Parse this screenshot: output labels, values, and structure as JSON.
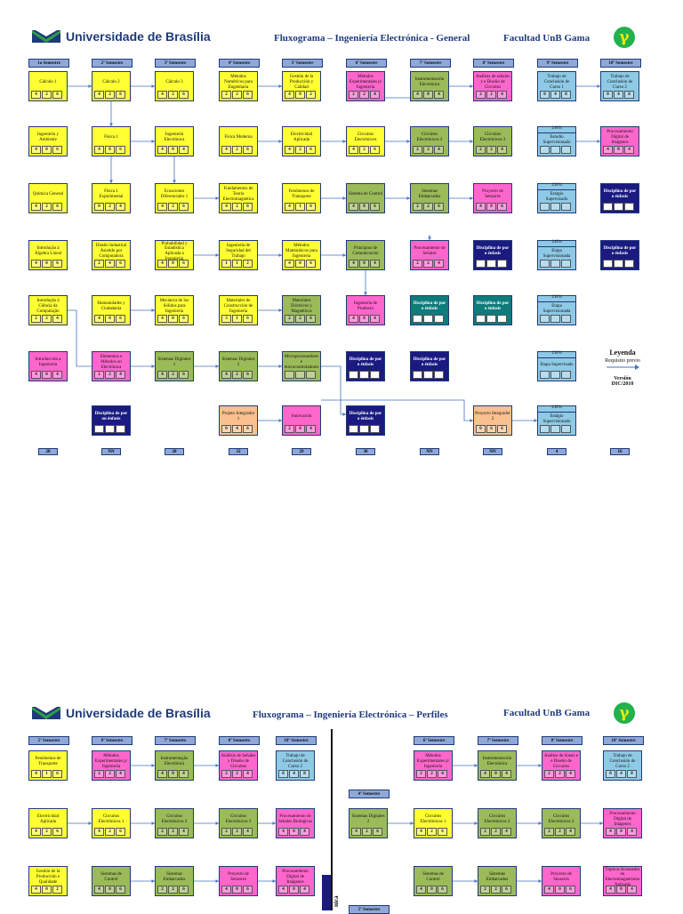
{
  "university": "Universidade de Brasília",
  "faculty": "Facultad UnB Gama",
  "gamma_symbol": "γ",
  "colors": {
    "yellow": "#ffff33",
    "green": "#9bbb59",
    "pink": "#ff66cc",
    "lightblue": "#8ecae6",
    "peach": "#fbc08f",
    "navy": "#1a1a80",
    "teal": "#0f7b7b",
    "semester": "#8fa8d8"
  },
  "general": {
    "title": "Fluxograma – Ingeniería Electrónica - General",
    "semesters": [
      "1o Semestre",
      "2º Semestre",
      "3º Semestre",
      "4º Semestre",
      "5º Semestre",
      "6º Semestre",
      "7º Semestre",
      "8º Semestre",
      "9º Semestre",
      "10º Semestre"
    ],
    "totals": [
      "28",
      "NN",
      "28",
      "32",
      "29",
      "30",
      "NN",
      "NN",
      "4",
      "16"
    ],
    "rows": [
      [
        {
          "n": "Cálculo 1",
          "c": "yellow",
          "cr": [
            "4",
            "2",
            "6"
          ]
        },
        {
          "n": "Cálculo 2",
          "c": "yellow",
          "cr": [
            "4",
            "2",
            "6"
          ]
        },
        {
          "n": "Cálculo 3",
          "c": "yellow",
          "cr": [
            "4",
            "2",
            "6"
          ]
        },
        {
          "n": "Métodos Numéricos para Engenharia",
          "c": "yellow",
          "cr": [
            "2",
            "2",
            "6"
          ]
        },
        {
          "n": "Gestión de la Producción y Calidad",
          "c": "yellow",
          "cr": [
            "4",
            "0",
            "2"
          ]
        },
        {
          "n": "Métodos Experimentales p/ Ingeniería",
          "c": "pink",
          "cr": [
            "2",
            "2",
            "4"
          ]
        },
        {
          "n": "Instrumentación Electrónica",
          "c": "green",
          "cr": [
            "4",
            "0",
            "4"
          ]
        },
        {
          "n": "Análisis de señales y e Diseño de Circuitos",
          "c": "pink",
          "cr": [
            "2",
            "2",
            "4"
          ]
        },
        {
          "n": "Trabajo de Conclusión de Curso 1",
          "c": "lightblue",
          "cr": [
            "0",
            "4",
            "8"
          ]
        },
        {
          "n": "Trabajo de Conclusión de Curso 2",
          "c": "lightblue",
          "cr": [
            "0",
            "4",
            "8"
          ]
        }
      ],
      [
        {
          "n": "Ingeniería y Ambiente",
          "c": "yellow",
          "cr": [
            "4",
            "0",
            "6"
          ]
        },
        {
          "n": "Física 1",
          "c": "yellow",
          "cr": [
            "4",
            "0",
            "6"
          ]
        },
        {
          "n": "Ingeniería Electrónica",
          "c": "yellow",
          "cr": [
            "4",
            "0",
            "4"
          ]
        },
        {
          "n": "Física Moderna",
          "c": "yellow",
          "cr": [
            "4",
            "2",
            "6"
          ]
        },
        {
          "n": "Electricidad Aplicada",
          "c": "yellow",
          "cr": [
            "4",
            "2",
            "6"
          ]
        },
        {
          "n": "Circuitos Electrónicos",
          "c": "yellow",
          "cr": [
            "4",
            "2",
            "6"
          ]
        },
        {
          "n": "Circuitos Electrónicos 2",
          "c": "green",
          "cr": [
            "2",
            "2",
            "4"
          ]
        },
        {
          "n": "Circuitos Electrónicos 3",
          "c": "green",
          "cr": [
            "2",
            "2",
            "4"
          ]
        },
        {
          "n": "Estudio Supervisionado",
          "c": "lightblue",
          "cr": [
            "",
            "",
            ""
          ],
          "h": "210 h"
        },
        {
          "n": "Procesamiento Digital de Imágenes",
          "c": "pink",
          "cr": [
            "4",
            "0",
            "4"
          ]
        }
      ],
      [
        {
          "n": "Química General",
          "c": "yellow",
          "cr": [
            "4",
            "2",
            "6"
          ]
        },
        {
          "n": "Física 1 Experimental",
          "c": "yellow",
          "cr": [
            "0",
            "2",
            "4"
          ]
        },
        {
          "n": "Ecuaciones Diferenciales 1",
          "c": "yellow",
          "cr": [
            "4",
            "2",
            "6"
          ]
        },
        {
          "n": "Fundamentos de Teoría Electromagnética",
          "c": "yellow",
          "cr": [
            "4",
            "2",
            "6"
          ]
        },
        {
          "n": "Fenómenos de Transporte",
          "c": "yellow",
          "cr": [
            "4",
            "1",
            "6"
          ]
        },
        {
          "n": "Sistema de Control",
          "c": "green",
          "cr": [
            "4",
            "0",
            "6"
          ]
        },
        {
          "n": "Sistemas Embarcados",
          "c": "green",
          "cr": [
            "2",
            "2",
            "6"
          ]
        },
        {
          "n": "Proyecto de Sensores",
          "c": "pink",
          "cr": [
            "4",
            "0",
            "6"
          ]
        },
        {
          "n": "Estágio Supervisado",
          "c": "lightblue",
          "cr": [
            "",
            "",
            ""
          ],
          "h": "210 h"
        },
        {
          "n": "Disciplina de por o énfasis",
          "c": "navy",
          "cr": [
            "",
            "",
            ""
          ]
        }
      ],
      [
        {
          "n": "Introdução à Álgebra Lineal",
          "c": "yellow",
          "cr": [
            "4",
            "0",
            "6"
          ]
        },
        {
          "n": "Diseño Industrial Asistido por Computadora",
          "c": "yellow",
          "cr": [
            "2",
            "4",
            "6"
          ]
        },
        {
          "n": "Probabilidad y Estadística Aplicada a Ingeniería",
          "c": "yellow",
          "cr": [
            "4",
            "0",
            "6"
          ]
        },
        {
          "n": "Ingeniería de Seguridad del Trabajo",
          "c": "yellow",
          "cr": [
            "1",
            "1",
            "2"
          ]
        },
        {
          "n": "Métodos Matemáticos para Ingeniería",
          "c": "yellow",
          "cr": [
            "4",
            "0",
            "6"
          ]
        },
        {
          "n": "Principios de Comunicación",
          "c": "green",
          "cr": [
            "4",
            "0",
            "4"
          ]
        },
        {
          "n": "Procesamiento de Señales",
          "c": "pink",
          "cr": [
            "2",
            "2",
            "4"
          ]
        },
        {
          "n": "Disciplina de por o énfasis",
          "c": "navy",
          "cr": [
            "",
            "",
            ""
          ]
        },
        {
          "n": "Etapa Supervisionada",
          "c": "lightblue",
          "cr": [
            "",
            "",
            ""
          ],
          "h": "210 h"
        },
        {
          "n": "Disciplina de por o énfasis",
          "c": "navy",
          "cr": [
            "",
            "",
            ""
          ]
        }
      ],
      [
        {
          "n": "Introdução à Ciência da Computação",
          "c": "yellow",
          "cr": [
            "2",
            "2",
            "4"
          ]
        },
        {
          "n": "Humanidades y Ciudadanía",
          "c": "yellow",
          "cr": [
            "4",
            "0",
            "6"
          ]
        },
        {
          "n": "Mecánica de los Sólidos para Ingeniería",
          "c": "yellow",
          "cr": [
            "4",
            "0",
            "6"
          ]
        },
        {
          "n": "Materiales de Construcción de Ingeniería",
          "c": "yellow",
          "cr": [
            "3",
            "1",
            "6"
          ]
        },
        {
          "n": "Materiales Eléctricos y Magnéticos",
          "c": "green",
          "cr": [
            "2",
            "2",
            "6"
          ]
        },
        {
          "n": "Ingeniería de Producto",
          "c": "pink",
          "cr": [
            "4",
            "0",
            "4"
          ]
        },
        {
          "n": "Disciplina de por o énfasis",
          "c": "teal",
          "cr": [
            "",
            "",
            ""
          ]
        },
        {
          "n": "Disciplina de por o énfasis",
          "c": "teal",
          "cr": [
            "",
            "",
            ""
          ]
        },
        {
          "n": "Etapa Supervisionada",
          "c": "lightblue",
          "cr": [
            "",
            "",
            ""
          ],
          "h": "210 h"
        },
        null
      ],
      [
        {
          "n": "Introducción a Ingeniería",
          "c": "pink",
          "cr": [
            "4",
            "0",
            "4"
          ]
        },
        {
          "n": "Elementos e Métodos en Electrónica",
          "c": "pink",
          "cr": [
            "2",
            "2",
            "4"
          ]
        },
        {
          "n": "Sistemas Digitales 1",
          "c": "green",
          "cr": [
            "4",
            "2",
            "6"
          ]
        },
        {
          "n": "Sistemas Digitales 2",
          "c": "green",
          "cr": [
            "4",
            "2",
            "6"
          ]
        },
        {
          "n": "Microprocesadores e microcontroladores",
          "c": "green",
          "cr": [
            "",
            "",
            ""
          ]
        },
        {
          "n": "Disciplina de por o énfasis",
          "c": "navy",
          "cr": [
            "",
            "",
            ""
          ]
        },
        {
          "n": "Disciplina de por o énfasis",
          "c": "navy",
          "cr": [
            "",
            "",
            ""
          ]
        },
        null,
        {
          "n": "Etapa Supervisado",
          "c": "lightblue",
          "cr": [
            "",
            "",
            ""
          ],
          "h": "210 h"
        },
        null
      ],
      [
        null,
        {
          "n": "Disciplina de por ou énfasis",
          "c": "navy",
          "cr": [
            "",
            "",
            ""
          ]
        },
        null,
        {
          "n": "Projeto Integrador 1",
          "c": "peach",
          "cr": [
            "0",
            "4",
            "6"
          ]
        },
        {
          "n": "Innovación",
          "c": "pink",
          "cr": [
            "2",
            "0",
            "4"
          ]
        },
        {
          "n": "Disciplina de por o énfasis",
          "c": "navy",
          "cr": [
            "",
            "",
            ""
          ]
        },
        null,
        {
          "n": "Proyecto Integrador 2",
          "c": "peach",
          "cr": [
            "0",
            "6",
            "6"
          ]
        },
        {
          "n": "Estágio Supervisionado",
          "c": "lightblue",
          "cr": [
            "",
            "",
            ""
          ],
          "h": "210 h"
        },
        null
      ]
    ]
  },
  "legend": {
    "title": "Leyenda",
    "arrow_label": "Requisito previo",
    "version_label": "Versión",
    "version": "DIC/2010"
  },
  "profiles": {
    "title": "Fluxograma – Ingeniería Electrónica – Perfiles",
    "vertical_label": "nica",
    "left": {
      "semesters": [
        "5º Semestre",
        "6º Semestre",
        "7º Semestre",
        "8º Semestre",
        "10º Semestre"
      ],
      "rows": [
        [
          {
            "n": "Fenómenos de Transporte",
            "c": "yellow",
            "cr": [
              "4",
              "1",
              "6"
            ]
          },
          {
            "n": "Métodos Experimentales p/ Ingeniería",
            "c": "pink",
            "cr": [
              "2",
              "2",
              "4"
            ]
          },
          {
            "n": "Instrumentação Electrónica",
            "c": "green",
            "cr": [
              "4",
              "0",
              "4"
            ]
          },
          {
            "n": "Análisis de Señales y Diseño de Circuitos",
            "c": "pink",
            "cr": [
              "2",
              "2",
              "4"
            ]
          },
          {
            "n": "Trabajo de Conclusión de Curso 2",
            "c": "lightblue",
            "cr": [
              "0",
              "4",
              "8"
            ]
          }
        ],
        [
          {
            "n": "Electricidad Aplicada",
            "c": "yellow",
            "cr": [
              "4",
              "2",
              "6"
            ]
          },
          {
            "n": "Circuitos Electrónicos 1",
            "c": "yellow",
            "cr": [
              "4",
              "2",
              "6"
            ]
          },
          {
            "n": "Circuitos Electrónicos 2",
            "c": "green",
            "cr": [
              "2",
              "2",
              "4"
            ]
          },
          {
            "n": "Circuitos Electrónicos 3",
            "c": "green",
            "cr": [
              "2",
              "2",
              "4"
            ]
          },
          {
            "n": "Procesamiento de Señales Biológicas",
            "c": "pink",
            "cr": [
              "4",
              "0",
              "4"
            ]
          }
        ],
        [
          {
            "n": "Gestión de la Producción e Qualidade",
            "c": "yellow",
            "cr": [
              "4",
              "0",
              "2"
            ]
          },
          {
            "n": "Sistemas de Control",
            "c": "green",
            "cr": [
              "4",
              "0",
              "6"
            ]
          },
          {
            "n": "Sistemas Embarcados",
            "c": "green",
            "cr": [
              "2",
              "2",
              "6"
            ]
          },
          {
            "n": "Proyecto de Sensores",
            "c": "pink",
            "cr": [
              "4",
              "0",
              "6"
            ]
          },
          {
            "n": "Procesamiento Digital de Imágenes",
            "c": "pink",
            "cr": [
              "4",
              "0",
              "4"
            ]
          }
        ]
      ]
    },
    "right": {
      "semesters": [
        "6º Semestre",
        "7º Semestre",
        "8º Semestre",
        "10º Semestre"
      ],
      "extra_semester": "4º Semestre",
      "extra_semester_2": "5º Semestre",
      "extra_box": {
        "n": "Sistemas Digitales 2",
        "c": "green",
        "cr": [
          "4",
          "2",
          "6"
        ]
      },
      "rows": [
        [
          {
            "n": "Métodos Experimentales p/ Ingeniería",
            "c": "pink",
            "cr": [
              "2",
              "2",
              "4"
            ]
          },
          {
            "n": "Instrumentación Electrónica",
            "c": "green",
            "cr": [
              "4",
              "0",
              "4"
            ]
          },
          {
            "n": "Análise de Sinais e e Diseño de Circuitos",
            "c": "pink",
            "cr": [
              "2",
              "2",
              "4"
            ]
          },
          {
            "n": "Trabajo de Conclusión de Curso 2",
            "c": "lightblue",
            "cr": [
              "0",
              "4",
              "8"
            ]
          }
        ],
        [
          {
            "n": "Circuitos Electrónicos 1",
            "c": "yellow",
            "cr": [
              "4",
              "2",
              "6"
            ]
          },
          {
            "n": "Circuitos Electrónicos 2",
            "c": "green",
            "cr": [
              "2",
              "2",
              "4"
            ]
          },
          {
            "n": "Circuitos Electrónicos 3",
            "c": "green",
            "cr": [
              "2",
              "2",
              "4"
            ]
          },
          {
            "n": "Procesamiento Digital de Imágenes",
            "c": "pink",
            "cr": [
              "4",
              "0",
              "4"
            ]
          }
        ],
        [
          {
            "n": "Sistemas de Control",
            "c": "green",
            "cr": [
              "4",
              "0",
              "6"
            ]
          },
          {
            "n": "Sistemas Embarcados",
            "c": "green",
            "cr": [
              "2",
              "2",
              "6"
            ]
          },
          {
            "n": "Proyecto de Sensores",
            "c": "pink",
            "cr": [
              "4",
              "0",
              "6"
            ]
          },
          {
            "n": "Tópicos Avanzados en Electromagnetismo Aplicado",
            "c": "pink",
            "cr": [
              "4",
              "0",
              "4"
            ]
          }
        ]
      ]
    }
  }
}
